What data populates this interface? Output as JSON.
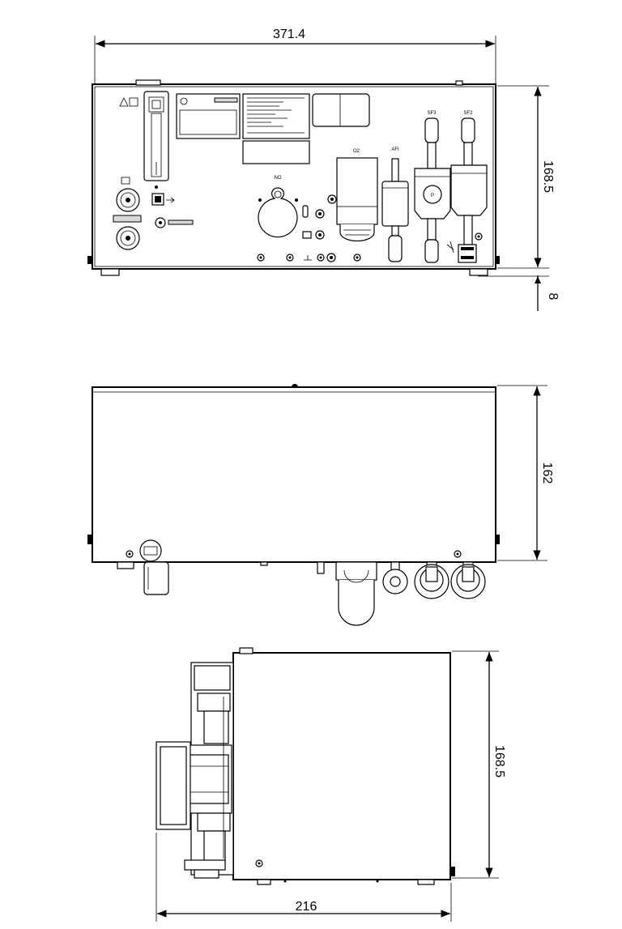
{
  "dimensions": {
    "front_width": "371.4",
    "front_height": "168.5",
    "foot_height": "8",
    "top_depth": "162",
    "side_height": "168.5",
    "side_depth": "216"
  },
  "panel_labels": {
    "o2": "O2",
    "afi": "AFI",
    "sf3": "SF3",
    "sf2": "SF2",
    "no": "NO"
  }
}
